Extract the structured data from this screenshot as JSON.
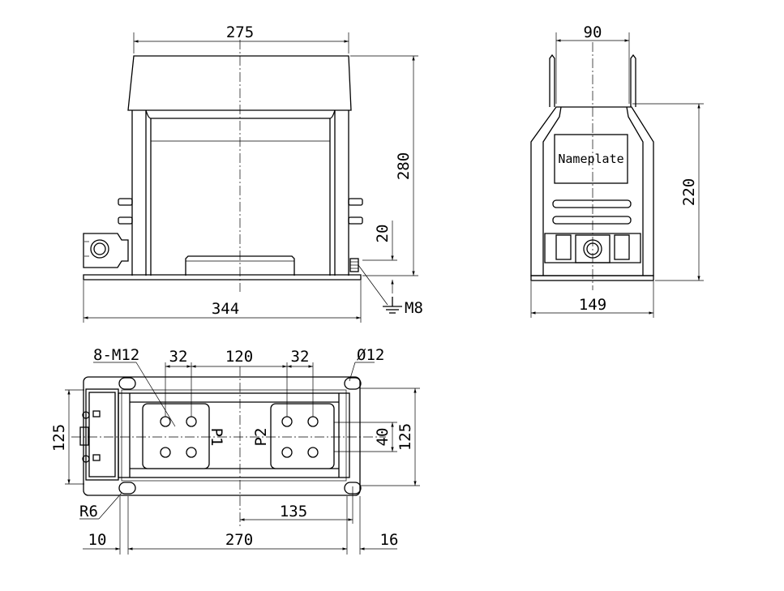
{
  "front_view": {
    "width_top": "275",
    "height_total": "280",
    "base_height": "20",
    "earth_bolt": "M8",
    "width_base": "344"
  },
  "side_view": {
    "width_top": "90",
    "nameplate": "Nameplate",
    "height": "220",
    "width_base": "149"
  },
  "plan_view": {
    "holes": "8-M12",
    "pitch_left": "32",
    "pitch_mid": "120",
    "pitch_right": "32",
    "hole_dia": "Ø12",
    "height_left": "125",
    "terminal_p1": "P1",
    "terminal_p2": "P2",
    "pitch_vertical": "40",
    "height_right": "125",
    "radius": "R6",
    "offset_center": "135",
    "margin_left": "10",
    "mount_length": "270",
    "margin_right": "16"
  }
}
